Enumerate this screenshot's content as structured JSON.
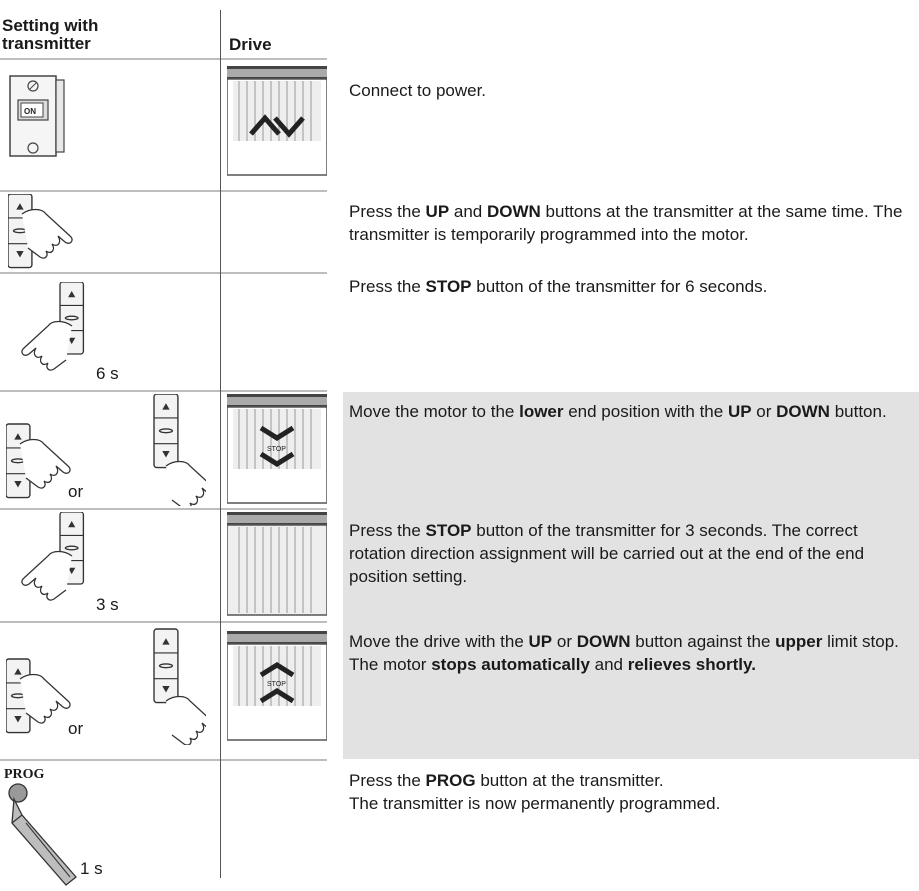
{
  "header": {
    "col1_line1": "Setting with",
    "col1_line2": "transmitter",
    "col2": "Drive"
  },
  "steps": [
    {
      "text_parts": [
        [
          "Connect to power.",
          false
        ]
      ],
      "tx_label": "",
      "tx_or": "",
      "drive_label": "",
      "switch_label": "ON"
    },
    {
      "text_parts": [
        [
          "Press the ",
          false
        ],
        [
          "UP",
          true
        ],
        [
          " and ",
          false
        ],
        [
          "DOWN",
          true
        ],
        [
          " buttons at the transmitter at the same time. The transmitter is temporarily programmed into the motor.",
          false
        ]
      ],
      "tx_label": "",
      "tx_or": "",
      "drive_label": ""
    },
    {
      "text_parts": [
        [
          "Press the ",
          false
        ],
        [
          "STOP",
          true
        ],
        [
          " button of the transmitter for 6 seconds.",
          false
        ]
      ],
      "tx_label": "6 s",
      "tx_or": "",
      "drive_label": ""
    },
    {
      "text_parts": [
        [
          "Move the motor to the ",
          false
        ],
        [
          "lower",
          true
        ],
        [
          " end position with the ",
          false
        ],
        [
          "UP",
          true
        ],
        [
          " or ",
          false
        ],
        [
          "DOWN",
          true
        ],
        [
          " button.",
          false
        ]
      ],
      "tx_label": "",
      "tx_or": "or",
      "drive_label": "STOP"
    },
    {
      "text_parts": [
        [
          "Press the ",
          false
        ],
        [
          "STOP",
          true
        ],
        [
          " button of the transmitter for 3 seconds. The correct rotation direction assignment will be carried out at the end of the end position setting.",
          false
        ]
      ],
      "tx_label": "3 s",
      "tx_or": "",
      "drive_label": ""
    },
    {
      "text_parts": [
        [
          "Move the drive with the ",
          false
        ],
        [
          "UP",
          true
        ],
        [
          " or ",
          false
        ],
        [
          "DOWN",
          true
        ],
        [
          " button against the ",
          false
        ],
        [
          "upper",
          true
        ],
        [
          " limit stop. The motor ",
          false
        ],
        [
          "stops automatically",
          true
        ],
        [
          " and ",
          false
        ],
        [
          "relieves shortly.",
          true
        ]
      ],
      "tx_label": "",
      "tx_or": "or",
      "drive_label": "STOP"
    },
    {
      "text_parts": [
        [
          "Press the ",
          false
        ],
        [
          "PROG",
          true
        ],
        [
          " button at the transmitter.",
          false
        ],
        [
          "\n",
          false
        ],
        [
          "The transmitter is now permanently programmed.",
          false
        ]
      ],
      "tx_label": "1 s",
      "tx_or": "",
      "drive_label": "",
      "prog_label": "PROG"
    }
  ]
}
